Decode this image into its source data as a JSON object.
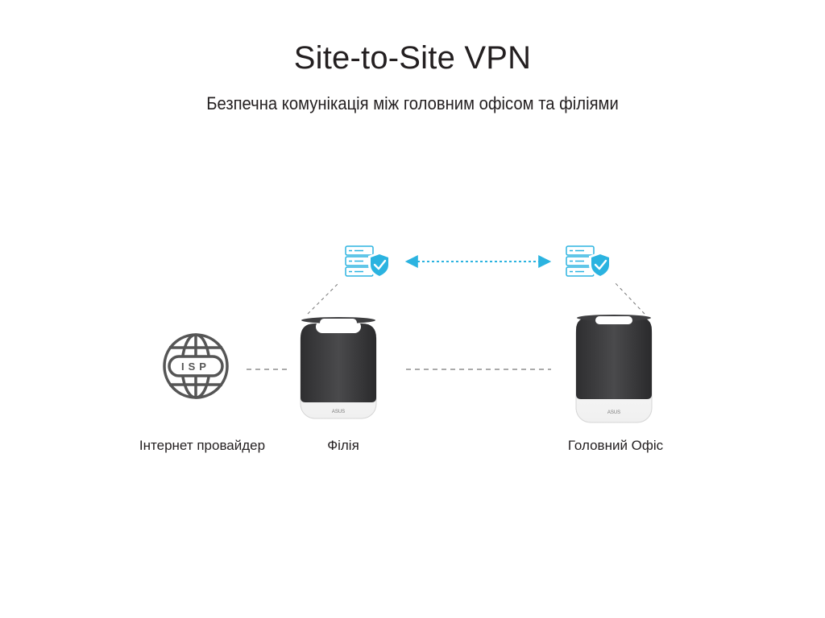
{
  "header": {
    "title": "Site-to-Site VPN",
    "subtitle": "Безпечна комунікація між головним офісом та філіями"
  },
  "nodes": {
    "isp": {
      "icon_text": "ISP",
      "label": "Інтернет провайдер"
    },
    "branch": {
      "label": "Філія",
      "brand_text": "ASUS"
    },
    "headquarters": {
      "label": "Головний Офіс",
      "brand_text": "ASUS"
    }
  },
  "colors": {
    "accent": "#2bb3e0",
    "router_body": "#3e3e40",
    "outline": "#555555",
    "text": "#231f20"
  }
}
